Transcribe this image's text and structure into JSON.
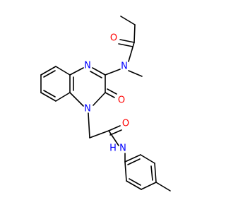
{
  "colors": {
    "carbon_bond": "#000000",
    "oxygen": "#ff0000",
    "nitrogen": "#0000ff",
    "background": "#ffffff"
  },
  "atoms": {
    "o_amide_top": "O",
    "n_methyl_amide": "N",
    "n_ring_top": "N",
    "o_ring_carbonyl": "O",
    "n_ring_bottom": "N",
    "o_acetamide": "O",
    "n_anilide": "N",
    "h_anilide": "H"
  }
}
